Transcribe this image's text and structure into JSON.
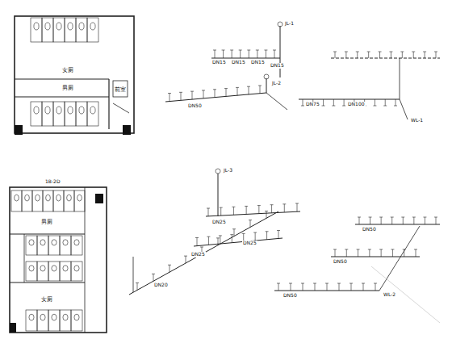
{
  "diagram": {
    "labels": [
      "女厕",
      "男厕",
      "前室",
      "1B-2D",
      "男厕",
      "女厕",
      "JL-1",
      "JL-2",
      "WL-1",
      "JL-3",
      "WL-2",
      "DN15",
      "DN15",
      "DN15",
      "DN15",
      "DN50",
      "DN75",
      "DN100",
      "DN25",
      "DN25",
      "DN25",
      "DN20",
      "DN50",
      "DN50",
      "DN50"
    ]
  }
}
